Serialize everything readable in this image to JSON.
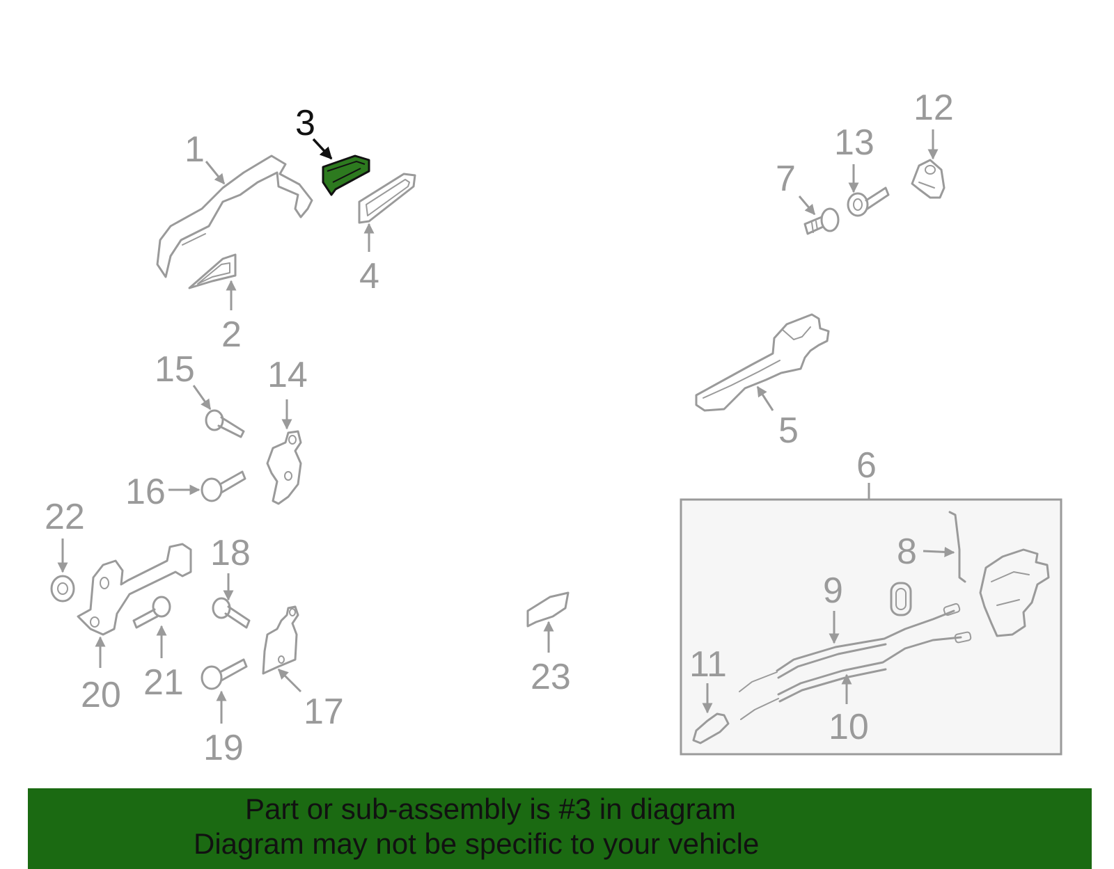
{
  "diagram": {
    "highlight_color": "#1b6a12",
    "highlight_fill": "#2d7a1f",
    "outline_color": "#9a9a9a",
    "highlighted_part": "3",
    "callouts": [
      "1",
      "2",
      "3",
      "4",
      "5",
      "6",
      "7",
      "8",
      "9",
      "10",
      "11",
      "12",
      "13",
      "14",
      "15",
      "16",
      "17",
      "18",
      "19",
      "20",
      "21",
      "22",
      "23"
    ]
  },
  "banner": {
    "line1": "Part or sub-assembly is #3 in diagram",
    "line2": "Diagram may not be specific to your vehicle"
  }
}
